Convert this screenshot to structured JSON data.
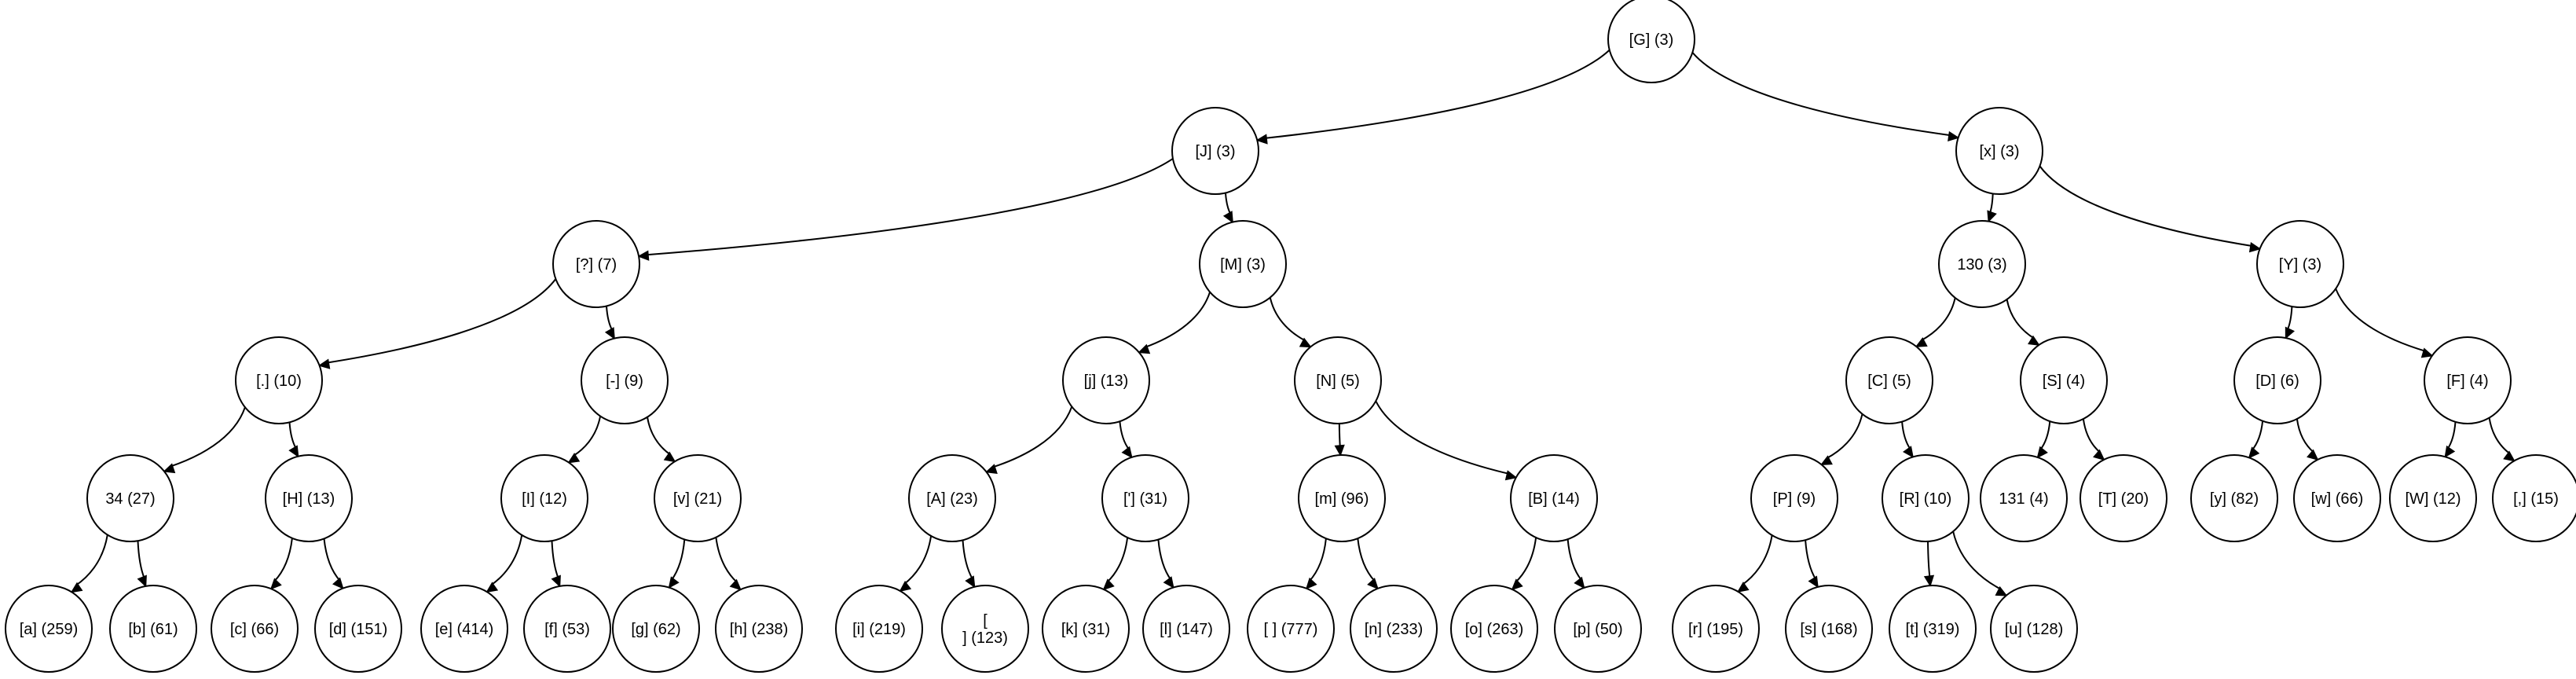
{
  "tree": {
    "nodes": [
      {
        "id": "G",
        "label": "[G] (3)"
      },
      {
        "id": "J",
        "label": "[J] (3)"
      },
      {
        "id": "x",
        "label": "[x] (3)"
      },
      {
        "id": "q",
        "label": "[?] (7)"
      },
      {
        "id": "M",
        "label": "[M] (3)"
      },
      {
        "id": "n130",
        "label": "130 (3)"
      },
      {
        "id": "Y",
        "label": "[Y] (3)"
      },
      {
        "id": "dot",
        "label": "[.] (10)"
      },
      {
        "id": "dash",
        "label": "[-] (9)"
      },
      {
        "id": "j",
        "label": "[j] (13)"
      },
      {
        "id": "N",
        "label": "[N] (5)"
      },
      {
        "id": "C",
        "label": "[C] (5)"
      },
      {
        "id": "S",
        "label": "[S] (4)"
      },
      {
        "id": "D",
        "label": "[D] (6)"
      },
      {
        "id": "F",
        "label": "[F] (4)"
      },
      {
        "id": "n34",
        "label": "34 (27)"
      },
      {
        "id": "H",
        "label": "[H] (13)"
      },
      {
        "id": "I",
        "label": "[I] (12)"
      },
      {
        "id": "v",
        "label": "[v] (21)"
      },
      {
        "id": "A",
        "label": "[A] (23)"
      },
      {
        "id": "apos",
        "label": "['] (31)"
      },
      {
        "id": "m",
        "label": "[m] (96)"
      },
      {
        "id": "B",
        "label": "[B] (14)"
      },
      {
        "id": "P",
        "label": "[P] (9)"
      },
      {
        "id": "R",
        "label": "[R] (10)"
      },
      {
        "id": "n131",
        "label": "131 (4)"
      },
      {
        "id": "T",
        "label": "[T] (20)"
      },
      {
        "id": "y",
        "label": "[y] (82)"
      },
      {
        "id": "w",
        "label": "[w] (66)"
      },
      {
        "id": "W",
        "label": "[W] (12)"
      },
      {
        "id": "comma",
        "label": "[,] (15)"
      },
      {
        "id": "a",
        "label": "[a] (259)"
      },
      {
        "id": "b",
        "label": "[b] (61)"
      },
      {
        "id": "c",
        "label": "[c] (66)"
      },
      {
        "id": "d",
        "label": "[d] (151)"
      },
      {
        "id": "e",
        "label": "[e] (414)"
      },
      {
        "id": "f",
        "label": "[f] (53)"
      },
      {
        "id": "g",
        "label": "[g] (62)"
      },
      {
        "id": "h",
        "label": "[h] (238)"
      },
      {
        "id": "i",
        "label": "[i] (219)"
      },
      {
        "id": "nl",
        "label": "[\n] (123)"
      },
      {
        "id": "k",
        "label": "[k] (31)"
      },
      {
        "id": "l",
        "label": "[l] (147)"
      },
      {
        "id": "sp",
        "label": "[ ] (777)"
      },
      {
        "id": "nn",
        "label": "[n] (233)"
      },
      {
        "id": "o",
        "label": "[o] (263)"
      },
      {
        "id": "p",
        "label": "[p] (50)"
      },
      {
        "id": "r",
        "label": "[r] (195)"
      },
      {
        "id": "s",
        "label": "[s] (168)"
      },
      {
        "id": "t",
        "label": "[t] (319)"
      },
      {
        "id": "u",
        "label": "[u] (128)"
      }
    ],
    "edges": [
      [
        "G",
        "J"
      ],
      [
        "G",
        "x"
      ],
      [
        "J",
        "q"
      ],
      [
        "J",
        "M"
      ],
      [
        "x",
        "n130"
      ],
      [
        "x",
        "Y"
      ],
      [
        "q",
        "dot"
      ],
      [
        "q",
        "dash"
      ],
      [
        "M",
        "j"
      ],
      [
        "M",
        "N"
      ],
      [
        "n130",
        "C"
      ],
      [
        "n130",
        "S"
      ],
      [
        "Y",
        "D"
      ],
      [
        "Y",
        "F"
      ],
      [
        "dot",
        "n34"
      ],
      [
        "dot",
        "H"
      ],
      [
        "dash",
        "I"
      ],
      [
        "dash",
        "v"
      ],
      [
        "j",
        "A"
      ],
      [
        "j",
        "apos"
      ],
      [
        "N",
        "m"
      ],
      [
        "N",
        "B"
      ],
      [
        "C",
        "P"
      ],
      [
        "C",
        "R"
      ],
      [
        "S",
        "n131"
      ],
      [
        "S",
        "T"
      ],
      [
        "D",
        "y"
      ],
      [
        "D",
        "w"
      ],
      [
        "F",
        "W"
      ],
      [
        "F",
        "comma"
      ],
      [
        "n34",
        "a"
      ],
      [
        "n34",
        "b"
      ],
      [
        "H",
        "c"
      ],
      [
        "H",
        "d"
      ],
      [
        "I",
        "e"
      ],
      [
        "I",
        "f"
      ],
      [
        "v",
        "g"
      ],
      [
        "v",
        "h"
      ],
      [
        "A",
        "i"
      ],
      [
        "A",
        "nl"
      ],
      [
        "apos",
        "k"
      ],
      [
        "apos",
        "l"
      ],
      [
        "m",
        "sp"
      ],
      [
        "m",
        "nn"
      ],
      [
        "B",
        "o"
      ],
      [
        "B",
        "p"
      ],
      [
        "P",
        "r"
      ],
      [
        "P",
        "s"
      ],
      [
        "R",
        "t"
      ],
      [
        "R",
        "u"
      ]
    ]
  }
}
